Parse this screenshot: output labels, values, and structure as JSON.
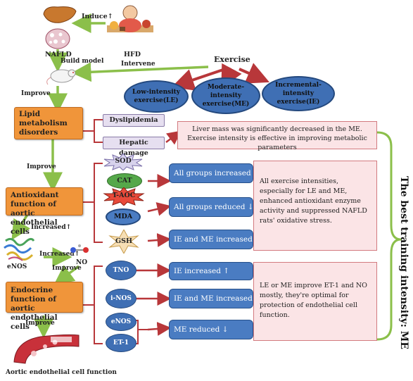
{
  "top": {
    "induce_label": "Induce↑",
    "nafld_label": "NAFLD",
    "hfd_label": "HFD",
    "build_model_label": "Build model",
    "intervene_label": "Intervene",
    "exercise_label": "Exercise"
  },
  "exercise_types": {
    "low": "Low-intensity exercise(LE)",
    "moderate": "Moderate-intensity exercise(ME)",
    "incremental": "Incremental-intensity exercise(IE)"
  },
  "left_chain": {
    "improve_1": "Improve",
    "lipid_box": "Lipid metabolism disorders",
    "improve_2": "Improve",
    "antioxidant_box": "Antioxidant function of aortic endothelial cells",
    "increased_1": "Increased↑",
    "enos_label": "eNOS",
    "increased_2": "Increased↑",
    "no_label": "NO",
    "improve_3": "Improve",
    "endocrine_box": "Endocrine function of aortic endothelial cells",
    "improve_4": "Improve",
    "vessel_caption": "Aortic endothelial cell function"
  },
  "lipid_items": [
    "Dyslipidemia",
    "Hepatic damage"
  ],
  "lipid_note": "Liver mass was significantly decreased in the ME. Exercise intensity is effective in improving metabolic parameters",
  "antioxidant_items": [
    "SOD",
    "CAT",
    "T-AOC",
    "MDA",
    "GSH"
  ],
  "antioxidant_results": [
    "All groups increased ↑",
    "All groups reduced ↓",
    "IE and ME increased ↑"
  ],
  "antioxidant_note": "All exercise intensities, especially for LE and ME, enhanced antioxidant enzyme activity and suppressed NAFLD rats' oxidative stress.",
  "endocrine_items": [
    "TNO",
    "i-NOS",
    "eNOS",
    "ET-1"
  ],
  "endocrine_results": [
    "IE increased ↑",
    "IE and ME increased ↑",
    "ME reduced ↓"
  ],
  "endocrine_note": "LE or ME improve ET-1 and NO mostly, they're optimal for protection of endothelial cell function.",
  "side_label": "The best training intensity: ME",
  "colors": {
    "orange": "#f0953a",
    "blue": "#3f6fb4",
    "arrow_green": "#8bbf4a",
    "arrow_red": "#b8373a",
    "pink": "#fbe4e6"
  }
}
